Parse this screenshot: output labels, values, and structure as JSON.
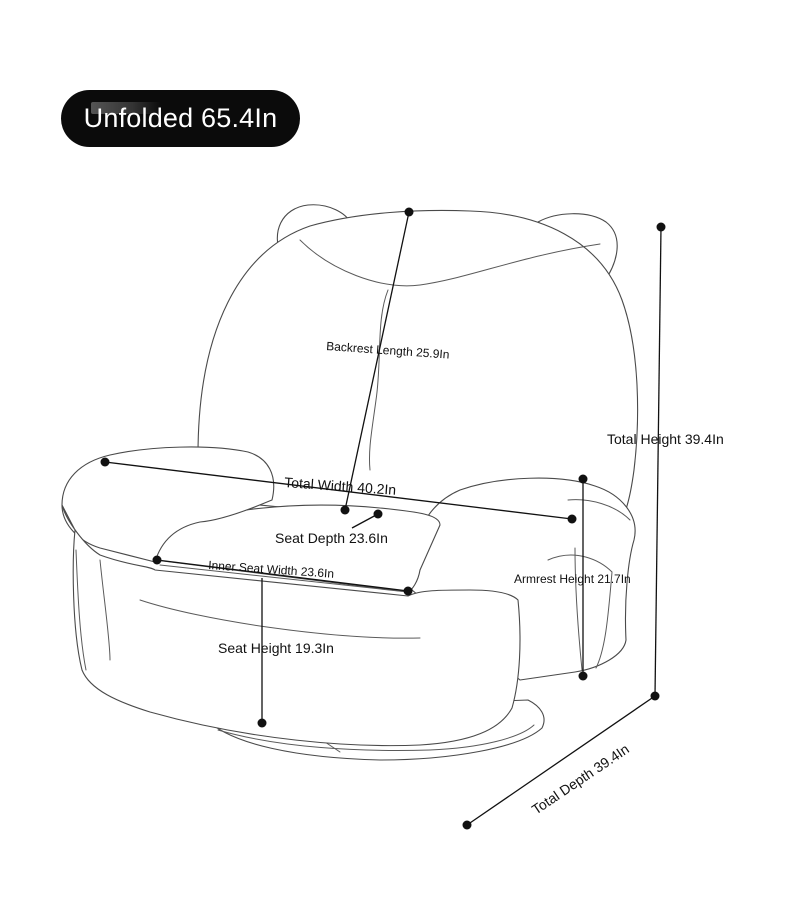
{
  "badge": {
    "text": "Unfolded 65.4In"
  },
  "labels": {
    "backrest_length": "Backrest Length 25.9In",
    "total_width": "Total Width 40.2In",
    "seat_depth": "Seat Depth 23.6In",
    "inner_seat_width": "Inner Seat Width 23.6In",
    "seat_height": "Seat Height 19.3In",
    "armrest_height": "Armrest Height 21.7In",
    "total_height": "Total Height 39.4In",
    "total_depth": "Total Depth 39.4In"
  }
}
